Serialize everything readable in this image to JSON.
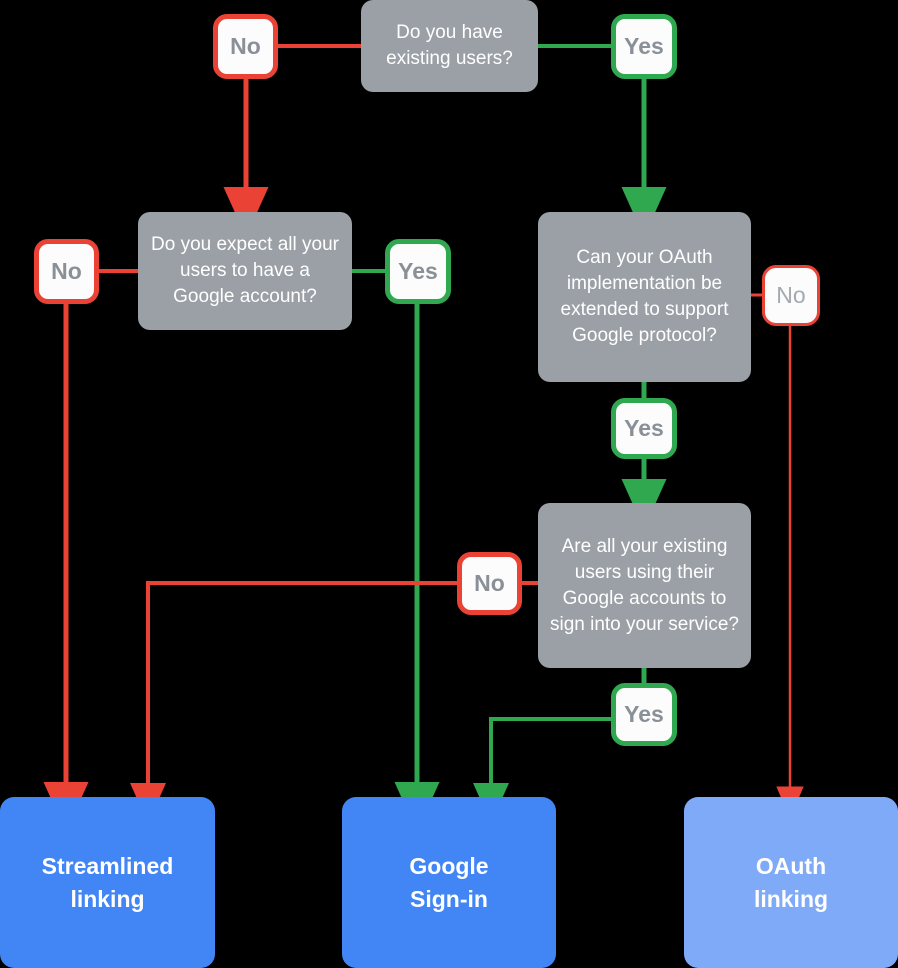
{
  "diagram": {
    "title": "Account linking decision flowchart",
    "colors": {
      "background": "#000000",
      "question_fill": "#9aa0a6",
      "question_text": "#ffffff",
      "badge_fill": "#fcfcfc",
      "badge_text": "#8a9097",
      "yes_edge": "#2fa84f",
      "no_edge": "#ea4335",
      "outcome_primary": "#4285f4",
      "outcome_secondary": "#7faaf8",
      "outcome_text": "#ffffff"
    },
    "questions": [
      {
        "id": "q-existing-users",
        "text": "Do you have existing users?"
      },
      {
        "id": "q-google-account",
        "text": "Do you expect all your users to have a Google account?"
      },
      {
        "id": "q-oauth-extend",
        "text": "Can your OAuth implementation be extended to support Google protocol?"
      },
      {
        "id": "q-google-signin",
        "text": "Are all your existing users using their Google accounts to sign into your service?"
      }
    ],
    "badges": [
      {
        "id": "badge-no-existing-users",
        "label": "No",
        "kind": "no"
      },
      {
        "id": "badge-yes-existing-users",
        "label": "Yes",
        "kind": "yes"
      },
      {
        "id": "badge-no-google-account",
        "label": "No",
        "kind": "no"
      },
      {
        "id": "badge-yes-google-account",
        "label": "Yes",
        "kind": "yes"
      },
      {
        "id": "badge-no-oauth-extend",
        "label": "No",
        "kind": "no"
      },
      {
        "id": "badge-yes-oauth-extend",
        "label": "Yes",
        "kind": "yes"
      },
      {
        "id": "badge-no-google-signin",
        "label": "No",
        "kind": "no"
      },
      {
        "id": "badge-yes-google-signin",
        "label": "Yes",
        "kind": "yes"
      }
    ],
    "outcomes": [
      {
        "id": "outcome-streamlined-linking",
        "line1": "Streamlined",
        "line2": "linking"
      },
      {
        "id": "outcome-google-signin",
        "line1": "Google",
        "line2": "Sign-in"
      },
      {
        "id": "outcome-oauth-linking",
        "line1": "OAuth",
        "line2": "linking"
      }
    ],
    "flow": {
      "q_existing_users": "Do you have existing users?",
      "q_existing_users_no": "No",
      "q_existing_users_yes": "Yes",
      "q_google_account": "Do you expect all your users to have a Google account?",
      "q_google_account_no": "No",
      "q_google_account_yes": "Yes",
      "q_oauth_extend": "Can your OAuth implementation be extended to support Google protocol?",
      "q_oauth_extend_no": "No",
      "q_oauth_extend_yes": "Yes",
      "q_google_signin": "Are all your existing users using their Google accounts to sign into your service?",
      "q_google_signin_no": "No",
      "q_google_signin_yes": "Yes",
      "outcome_streamlined_1": "Streamlined",
      "outcome_streamlined_2": "linking",
      "outcome_googlesignin_1": "Google",
      "outcome_googlesignin_2": "Sign-in",
      "outcome_oauth_1": "OAuth",
      "outcome_oauth_2": "linking"
    }
  }
}
